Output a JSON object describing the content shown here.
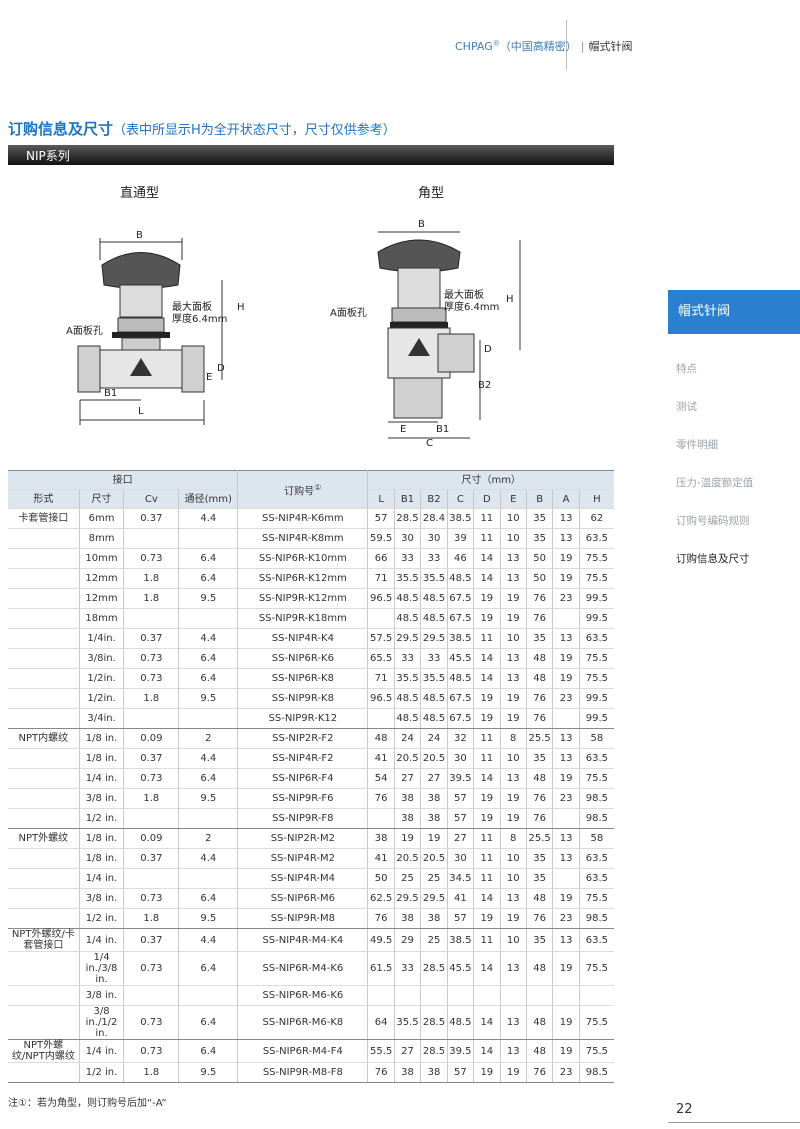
{
  "header": {
    "brand": "CHPAG",
    "reg": "®",
    "company": "（中国高精密）",
    "product": "帽式针阀"
  },
  "section": {
    "title": "订购信息及尺寸",
    "note": "（表中所显示H为全开状态尺寸，尺寸仅供参考）"
  },
  "series": "NIP系列",
  "diagrams": {
    "straight": {
      "title": "直通型",
      "b": "B",
      "h": "H",
      "panel": "最大面板",
      "thickness": "厚度6.4mm",
      "panel_hole": "A面板孔",
      "e": "E",
      "d": "D",
      "b1": "B1",
      "l": "L"
    },
    "angle": {
      "title": "角型",
      "b": "B",
      "h": "H",
      "panel": "最大面板",
      "thickness": "厚度6.4mm",
      "panel_hole": "A面板孔",
      "d": "D",
      "b2": "B2",
      "e": "E",
      "b1": "B1",
      "c": "C"
    }
  },
  "sidebar": {
    "active": "帽式针阀",
    "items": [
      "特点",
      "测试",
      "零件明细",
      "压力-温度额定值",
      "订购号编码规则",
      "订购信息及尺寸"
    ]
  },
  "table": {
    "h_port": "接口",
    "h_order": "订购号",
    "h_order_mark": "①",
    "h_dims": "尺寸（mm）",
    "h_form": "形式",
    "h_size": "尺寸",
    "h_cv": "Cv",
    "h_bore": "通径(mm)",
    "dim_cols": [
      "L",
      "B1",
      "B2",
      "C",
      "D",
      "E",
      "B",
      "A",
      "H"
    ],
    "rows": [
      [
        "卡套管接口",
        "6mm",
        "0.37",
        "4.4",
        "SS-NIP4R-K6mm",
        "57",
        "28.5",
        "28.4",
        "38.5",
        "11",
        "10",
        "35",
        "13",
        "62"
      ],
      [
        "",
        "8mm",
        "",
        "",
        "SS-NIP4R-K8mm",
        "59.5",
        "30",
        "30",
        "39",
        "11",
        "10",
        "35",
        "13",
        "63.5"
      ],
      [
        "",
        "10mm",
        "0.73",
        "6.4",
        "SS-NIP6R-K10mm",
        "66",
        "33",
        "33",
        "46",
        "14",
        "13",
        "50",
        "19",
        "75.5"
      ],
      [
        "",
        "12mm",
        "1.8",
        "6.4",
        "SS-NIP6R-K12mm",
        "71",
        "35.5",
        "35.5",
        "48.5",
        "14",
        "13",
        "50",
        "19",
        "75.5"
      ],
      [
        "",
        "12mm",
        "1.8",
        "9.5",
        "SS-NIP9R-K12mm",
        "96.5",
        "48.5",
        "48.5",
        "67.5",
        "19",
        "19",
        "76",
        "23",
        "99.5"
      ],
      [
        "",
        "18mm",
        "",
        "",
        "SS-NIP9R-K18mm",
        "",
        "48.5",
        "48.5",
        "67.5",
        "19",
        "19",
        "76",
        "",
        "99.5"
      ],
      [
        "",
        "1/4in.",
        "0.37",
        "4.4",
        "SS-NIP4R-K4",
        "57.5",
        "29.5",
        "29.5",
        "38.5",
        "11",
        "10",
        "35",
        "13",
        "63.5"
      ],
      [
        "",
        "3/8in.",
        "0.73",
        "6.4",
        "SS-NIP6R-K6",
        "65.5",
        "33",
        "33",
        "45.5",
        "14",
        "13",
        "48",
        "19",
        "75.5"
      ],
      [
        "",
        "1/2in.",
        "0.73",
        "6.4",
        "SS-NIP6R-K8",
        "71",
        "35.5",
        "35.5",
        "48.5",
        "14",
        "13",
        "48",
        "19",
        "75.5"
      ],
      [
        "",
        "1/2in.",
        "1.8",
        "9.5",
        "SS-NIP9R-K8",
        "96.5",
        "48.5",
        "48.5",
        "67.5",
        "19",
        "19",
        "76",
        "23",
        "99.5"
      ],
      [
        "",
        "3/4in.",
        "",
        "",
        "SS-NIP9R-K12",
        "",
        "48.5",
        "48.5",
        "67.5",
        "19",
        "19",
        "76",
        "",
        "99.5"
      ],
      [
        "NPT内螺纹",
        "1/8 in.",
        "0.09",
        "2",
        "SS-NIP2R-F2",
        "48",
        "24",
        "24",
        "32",
        "11",
        "8",
        "25.5",
        "13",
        "58"
      ],
      [
        "",
        "1/8 in.",
        "0.37",
        "4.4",
        "SS-NIP4R-F2",
        "41",
        "20.5",
        "20.5",
        "30",
        "11",
        "10",
        "35",
        "13",
        "63.5"
      ],
      [
        "",
        "1/4 in.",
        "0.73",
        "6.4",
        "SS-NIP6R-F4",
        "54",
        "27",
        "27",
        "39.5",
        "14",
        "13",
        "48",
        "19",
        "75.5"
      ],
      [
        "",
        "3/8 in.",
        "1.8",
        "9.5",
        "SS-NIP9R-F6",
        "76",
        "38",
        "38",
        "57",
        "19",
        "19",
        "76",
        "23",
        "98.5"
      ],
      [
        "",
        "1/2 in.",
        "",
        "",
        "SS-NIP9R-F8",
        "",
        "38",
        "38",
        "57",
        "19",
        "19",
        "76",
        "",
        "98.5"
      ],
      [
        "NPT外螺纹",
        "1/8 in.",
        "0.09",
        "2",
        "SS-NIP2R-M2",
        "38",
        "19",
        "19",
        "27",
        "11",
        "8",
        "25.5",
        "13",
        "58"
      ],
      [
        "",
        "1/8 in.",
        "0.37",
        "4.4",
        "SS-NIP4R-M2",
        "41",
        "20.5",
        "20.5",
        "30",
        "11",
        "10",
        "35",
        "13",
        "63.5"
      ],
      [
        "",
        "1/4 in.",
        "",
        "",
        "SS-NIP4R-M4",
        "50",
        "25",
        "25",
        "34.5",
        "11",
        "10",
        "35",
        "",
        "63.5"
      ],
      [
        "",
        "3/8 in.",
        "0.73",
        "6.4",
        "SS-NIP6R-M6",
        "62.5",
        "29.5",
        "29.5",
        "41",
        "14",
        "13",
        "48",
        "19",
        "75.5"
      ],
      [
        "",
        "1/2 in.",
        "1.8",
        "9.5",
        "SS-NIP9R-M8",
        "76",
        "38",
        "38",
        "57",
        "19",
        "19",
        "76",
        "23",
        "98.5"
      ],
      [
        "NPT外螺纹/卡套管接口",
        "1/4 in.",
        "0.37",
        "4.4",
        "SS-NIP4R-M4-K4",
        "49.5",
        "29",
        "25",
        "38.5",
        "11",
        "10",
        "35",
        "13",
        "63.5"
      ],
      [
        "",
        "1/4 in./3/8 in.",
        "0.73",
        "6.4",
        "SS-NIP6R-M4-K6",
        "61.5",
        "33",
        "28.5",
        "45.5",
        "14",
        "13",
        "48",
        "19",
        "75.5"
      ],
      [
        "",
        "3/8 in.",
        "",
        "",
        "SS-NIP6R-M6-K6",
        "",
        "",
        "",
        "",
        "",
        "",
        "",
        "",
        ""
      ],
      [
        "",
        "3/8 in./1/2 in.",
        "0.73",
        "6.4",
        "SS-NIP6R-M6-K8",
        "64",
        "35.5",
        "28.5",
        "48.5",
        "14",
        "13",
        "48",
        "19",
        "75.5"
      ],
      [
        "NPT外螺纹/NPT内螺纹",
        "1/4 in.",
        "0.73",
        "6.4",
        "SS-NIP6R-M4-F4",
        "55.5",
        "27",
        "28.5",
        "39.5",
        "14",
        "13",
        "48",
        "19",
        "75.5"
      ],
      [
        "",
        "1/2 in.",
        "1.8",
        "9.5",
        "SS-NIP9R-M8-F8",
        "76",
        "38",
        "38",
        "57",
        "19",
        "19",
        "76",
        "23",
        "98.5"
      ]
    ]
  },
  "footnote": "注①：若为角型，则订购号后加“-A”",
  "page_number": "22"
}
